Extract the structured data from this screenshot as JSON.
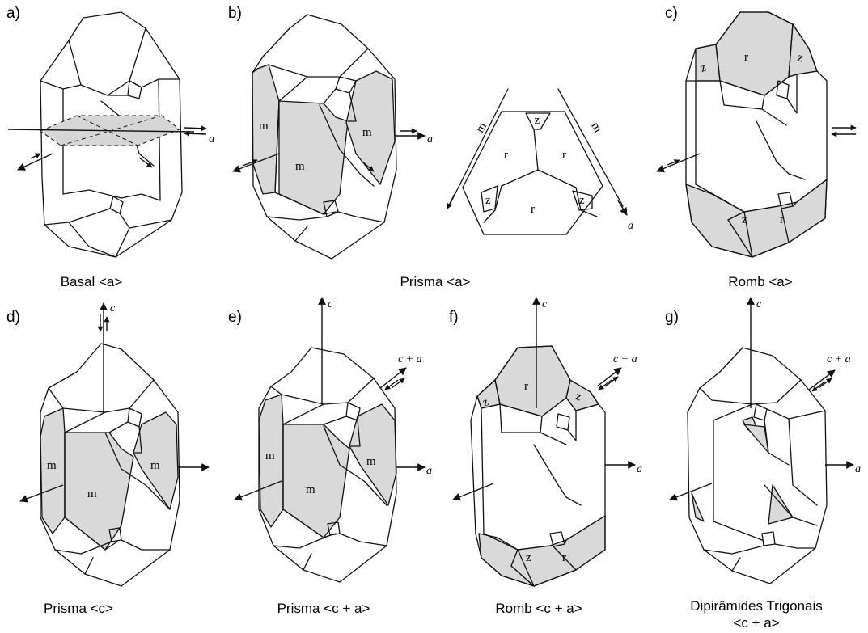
{
  "panels": [
    {
      "label": "a)",
      "caption": "Basal <a>"
    },
    {
      "label": "b)",
      "caption": "Prisma <a>"
    },
    {
      "label": "c)",
      "caption": "Romb <a>"
    },
    {
      "label": "d)",
      "caption": "Prisma <c>"
    },
    {
      "label": "e)",
      "caption": "Prisma <c + a>"
    },
    {
      "label": "f)",
      "caption": "Romb <c + a>"
    },
    {
      "label": "g)",
      "caption": "Dipirâmides Trigonais",
      "caption2": "<c + a>"
    }
  ],
  "face_labels": {
    "m": "m",
    "r": "r",
    "z": "z"
  },
  "axes": {
    "a": "a",
    "c": "c",
    "ca": "c + a"
  },
  "colors": {
    "shade": "#d9d9d9",
    "line": "#111111"
  }
}
